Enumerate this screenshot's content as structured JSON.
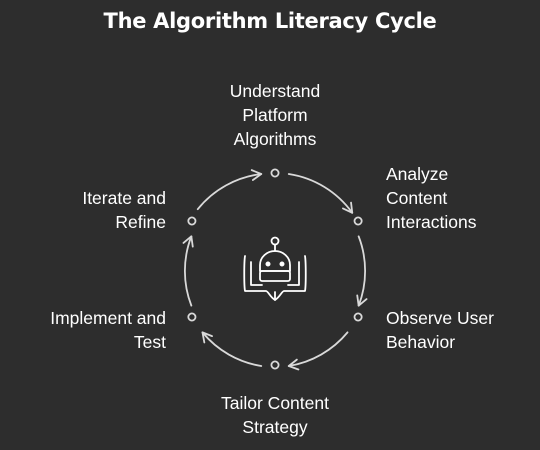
{
  "title": "The Algorithm Literacy Cycle",
  "colors": {
    "background": "#2d2d2d",
    "stroke": "#d9d9d9",
    "node_fill": "#2d2d2d",
    "text": "#ffffff"
  },
  "center_icon": "robot-book-icon",
  "cycle_steps": [
    {
      "label": "Understand\nPlatform\nAlgorithms"
    },
    {
      "label": "Analyze\nContent\nInteractions"
    },
    {
      "label": "Observe User\nBehavior"
    },
    {
      "label": "Tailor Content\nStrategy"
    },
    {
      "label": "Implement and\nTest"
    },
    {
      "label": "Iterate and\nRefine"
    }
  ]
}
